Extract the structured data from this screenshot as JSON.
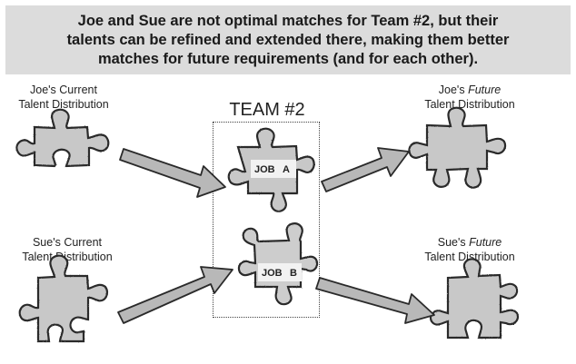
{
  "banner": {
    "line1": "Joe and Sue are not optimal matches for Team #2, but their",
    "line2": "talents can be refined and extended there, making them better",
    "line3": "matches for future requirements (and for each other)."
  },
  "joe_current": {
    "line1": "Joe's Current",
    "line2": "Talent Distribution"
  },
  "sue_current": {
    "line1": "Sue's Current",
    "line2": "Talent Distribution"
  },
  "team": {
    "title": "TEAM #2",
    "job_a_left": "JOB",
    "job_a_right": "A",
    "job_b_left": "JOB",
    "job_b_right": "B"
  },
  "joe_future": {
    "prefix": "Joe's",
    "italic": "Future",
    "line2": "Talent Distribution"
  },
  "sue_future": {
    "prefix": "Sue's",
    "italic": "Future",
    "line2": "Talent Distribution"
  },
  "colors": {
    "banner_bg": "#dcdcdc",
    "piece_fill": "#c8c8c8",
    "piece_stroke": "#2a2a2a",
    "arrow_fill": "#b8b8b8"
  }
}
